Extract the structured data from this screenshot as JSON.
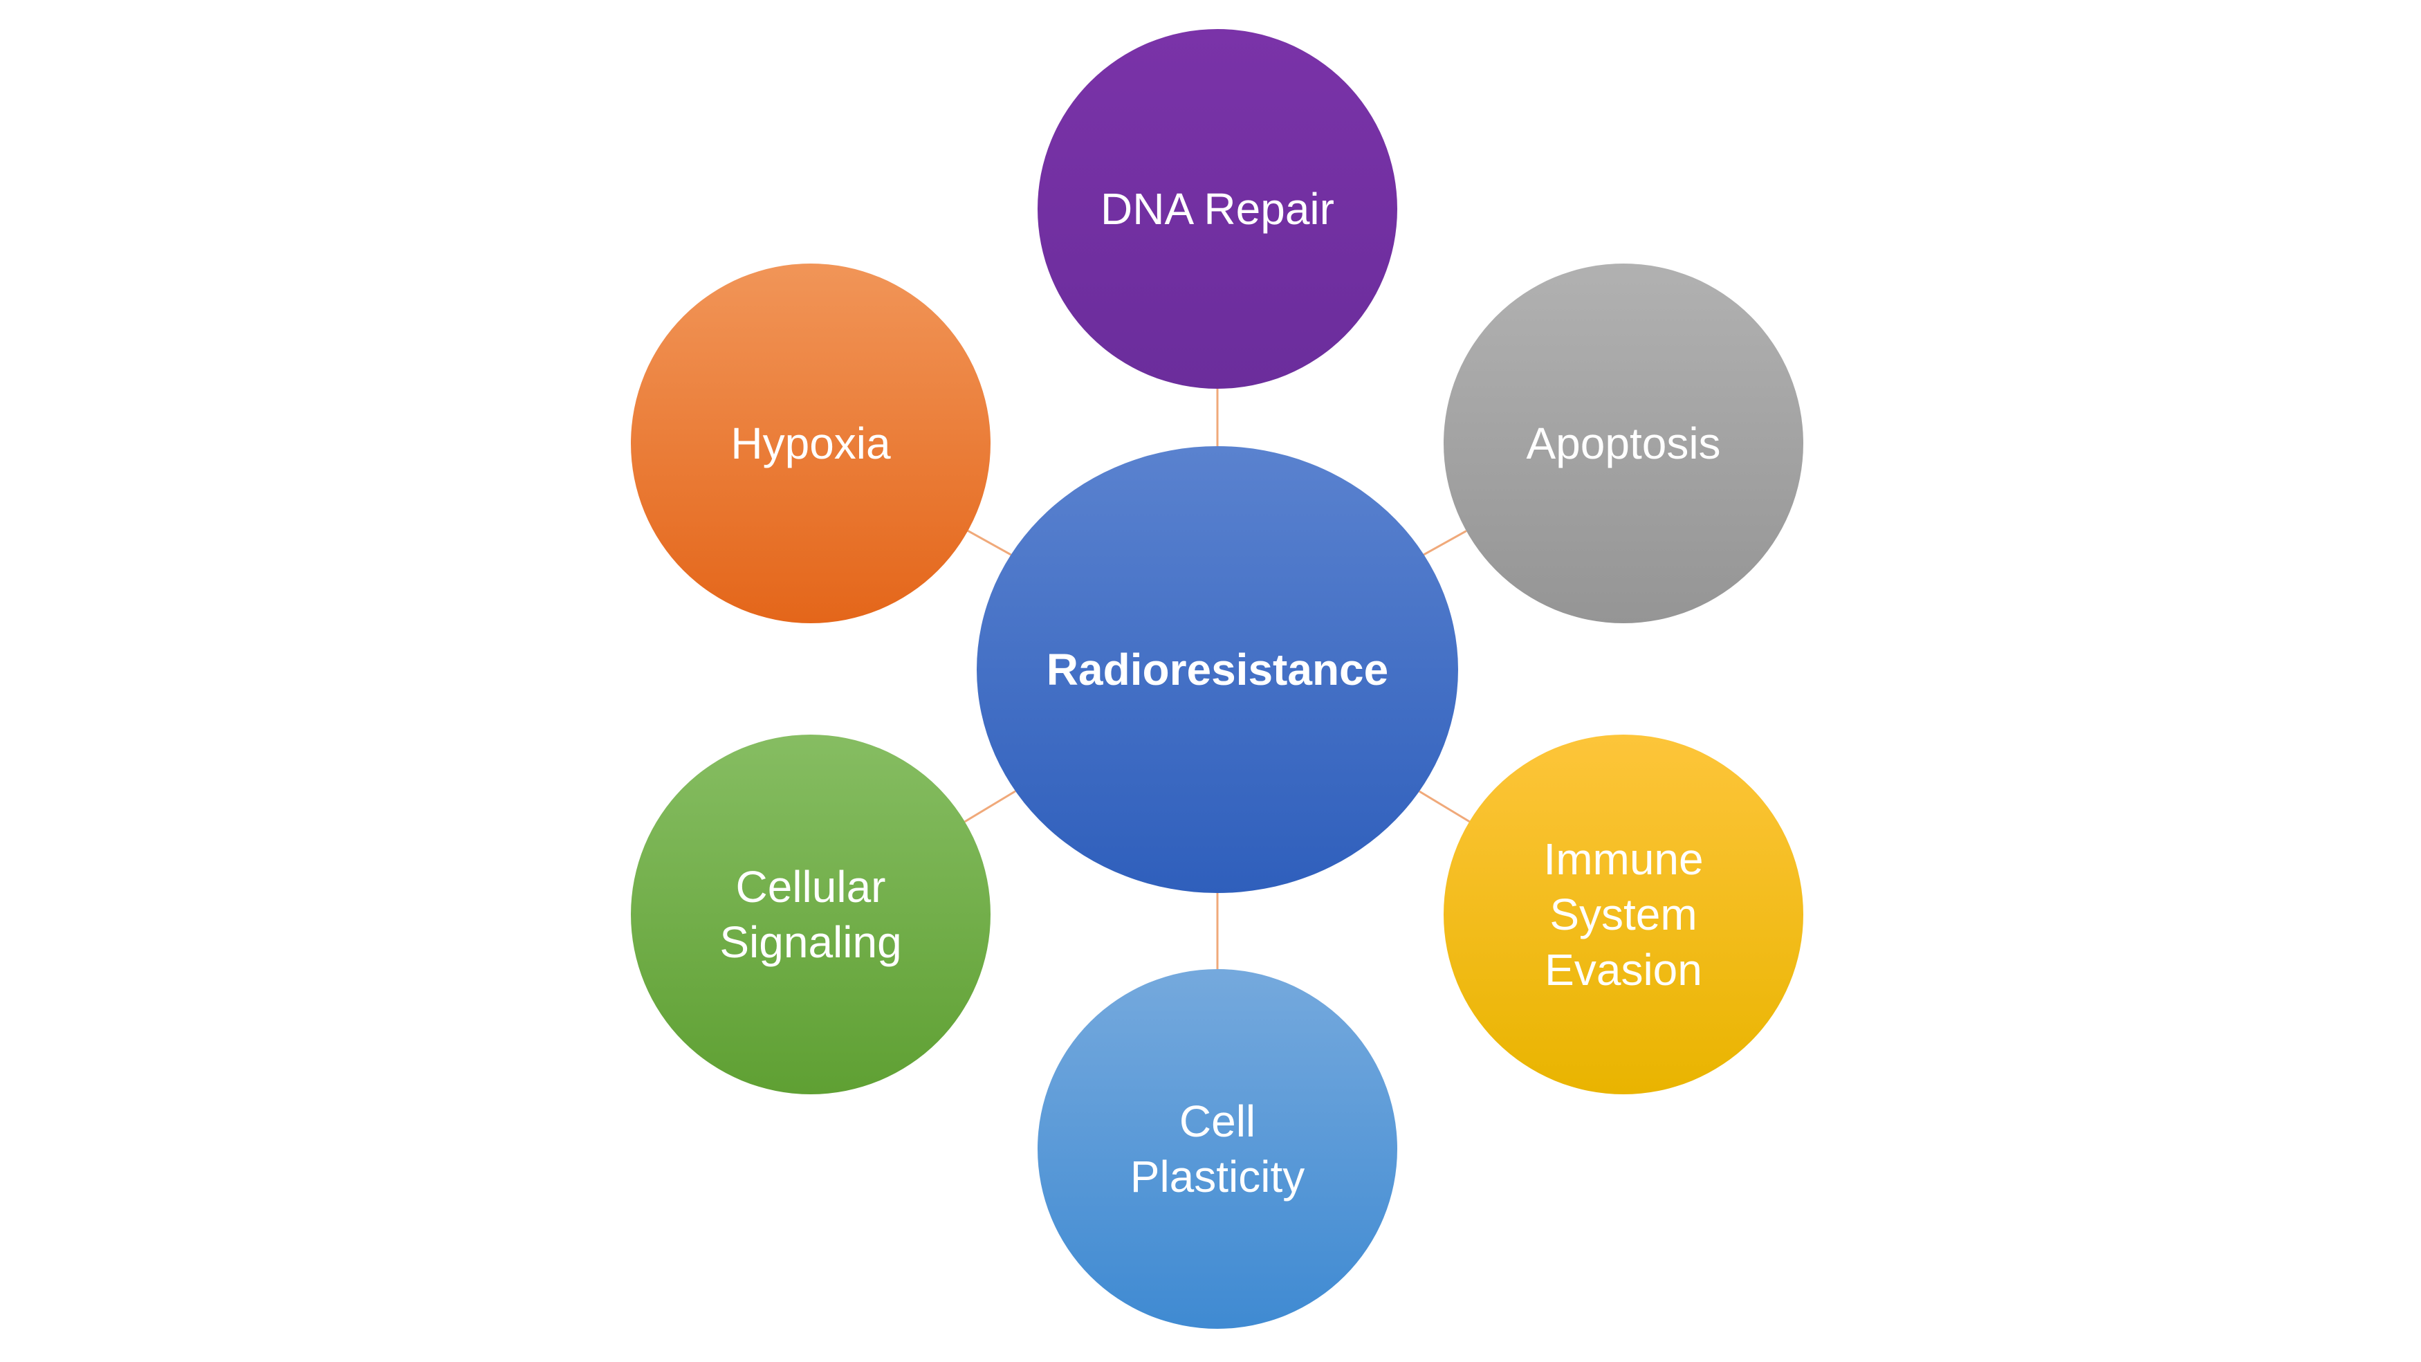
{
  "center": {
    "label": "Radioresistance",
    "color_top": "#5a82cf",
    "color_bottom": "#2f5fbc"
  },
  "nodes": [
    {
      "id": "dna-repair",
      "lines": [
        "DNA Repair"
      ],
      "color_top": "#7a33a8",
      "color_bottom": "#6b2d9c"
    },
    {
      "id": "apoptosis",
      "lines": [
        "Apoptosis"
      ],
      "color_top": "#b1b1b1",
      "color_bottom": "#959595"
    },
    {
      "id": "immune-system-evasion",
      "lines": [
        "Immune",
        "System",
        "Evasion"
      ],
      "color_top": "#fdc53a",
      "color_bottom": "#e9b400"
    },
    {
      "id": "cell-plasticity",
      "lines": [
        "Cell",
        "Plasticity"
      ],
      "color_top": "#75a9dd",
      "color_bottom": "#3f8ad2"
    },
    {
      "id": "cellular-signaling",
      "lines": [
        "Cellular",
        "Signaling"
      ],
      "color_top": "#86bd62",
      "color_bottom": "#5fa033"
    },
    {
      "id": "hypoxia",
      "lines": [
        "Hypoxia"
      ],
      "color_top": "#f19558",
      "color_bottom": "#e4661a"
    }
  ],
  "connector_color": "#f0a97a"
}
